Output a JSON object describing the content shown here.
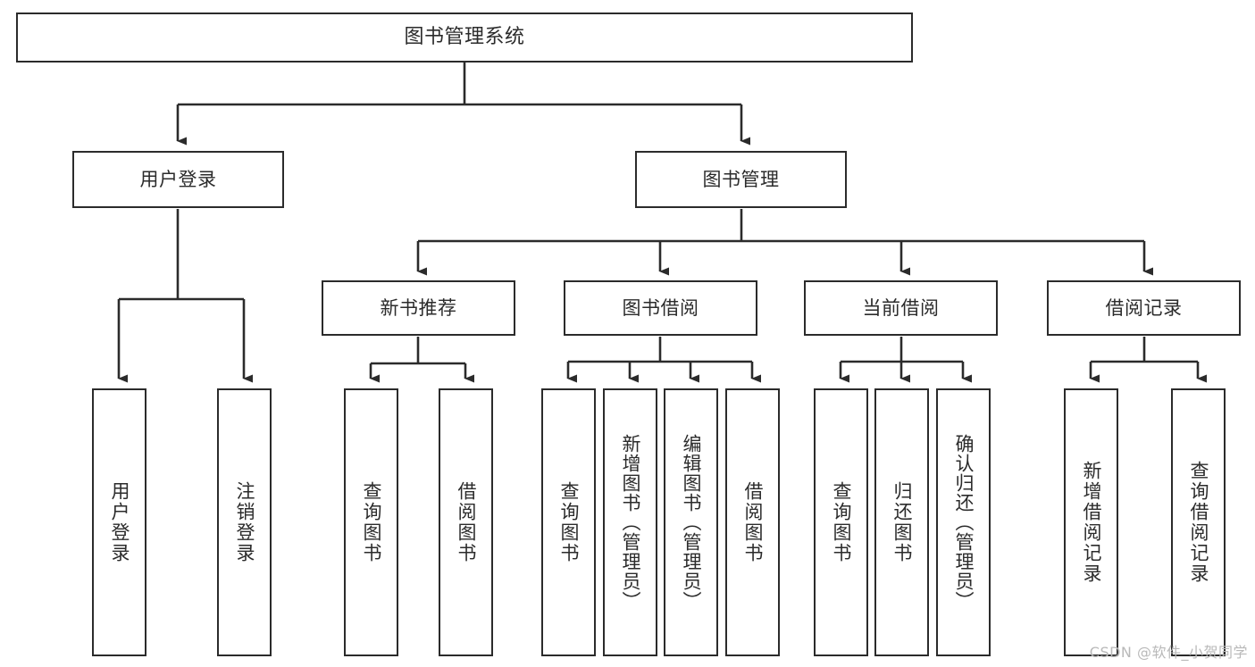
{
  "diagram": {
    "title": "图书管理系统",
    "type": "functional-structure-tree",
    "line_color": "#2b2b2b",
    "box_fill": "#ffffff",
    "watermark": "CSDN @软件_小贺同学",
    "nodes": {
      "root": {
        "label": "图书管理系统"
      },
      "level1": [
        {
          "label": "用户登录"
        },
        {
          "label": "图书管理"
        }
      ],
      "level2": [
        {
          "label": "新书推荐"
        },
        {
          "label": "图书借阅"
        },
        {
          "label": "当前借阅"
        },
        {
          "label": "借阅记录"
        }
      ],
      "leaves": [
        {
          "label": "用户登录",
          "parent": "用户登录"
        },
        {
          "label": "注销登录",
          "parent": "用户登录"
        },
        {
          "label": "查询图书",
          "parent": "新书推荐"
        },
        {
          "label": "借阅图书",
          "parent": "新书推荐"
        },
        {
          "label": "查询图书",
          "parent": "图书借阅"
        },
        {
          "label": "新增图书（管理员）",
          "parent": "图书借阅"
        },
        {
          "label": "编辑图书（管理员）",
          "parent": "图书借阅"
        },
        {
          "label": "借阅图书",
          "parent": "图书借阅"
        },
        {
          "label": "查询图书",
          "parent": "当前借阅"
        },
        {
          "label": "归还图书",
          "parent": "当前借阅"
        },
        {
          "label": "确认归还（管理员）",
          "parent": "当前借阅"
        },
        {
          "label": "新增借阅记录",
          "parent": "借阅记录"
        },
        {
          "label": "查询借阅记录",
          "parent": "借阅记录"
        }
      ]
    }
  }
}
